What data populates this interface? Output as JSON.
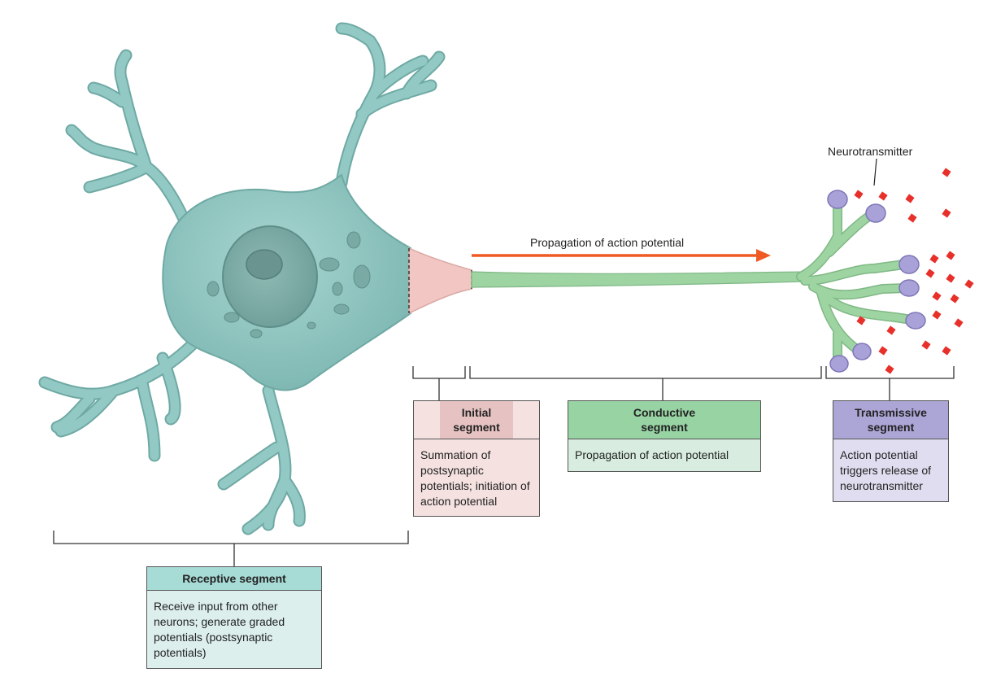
{
  "labels": {
    "neurotransmitter": "Neurotransmitter",
    "propagation": "Propagation of action potential"
  },
  "segments": {
    "initial": {
      "title": "Initial segment",
      "description": "Summation of postsynaptic potentials; initiation of action potential"
    },
    "conductive": {
      "title": "Conductive segment",
      "description": "Propagation of action potential"
    },
    "transmissive": {
      "title": "Transmissive segment",
      "description": "Action potential triggers release of neurotransmitter"
    },
    "receptive": {
      "title": "Receptive segment",
      "description": "Receive input from other neurons; generate graded potentials (postsynaptic potentials)"
    }
  },
  "colors": {
    "soma": "#93c9c4",
    "soma_stroke": "#6fa9a4",
    "initial_segment": "#f2c7c3",
    "axon": "#9ed3a2",
    "terminal_bulb": "#a9a2d8",
    "neurotransmitter": "#e8302a",
    "arrow": "#ef5a24",
    "receptive_header": "#a7dbd6",
    "receptive_body": "#dcefed",
    "initial_header": "#e6c3c2",
    "initial_body": "#f4e1e0",
    "conductive_header": "#98d3a4",
    "conductive_body": "#d8ede0",
    "transmissive_header": "#aca6d6",
    "transmissive_body": "#e1ddf0"
  }
}
